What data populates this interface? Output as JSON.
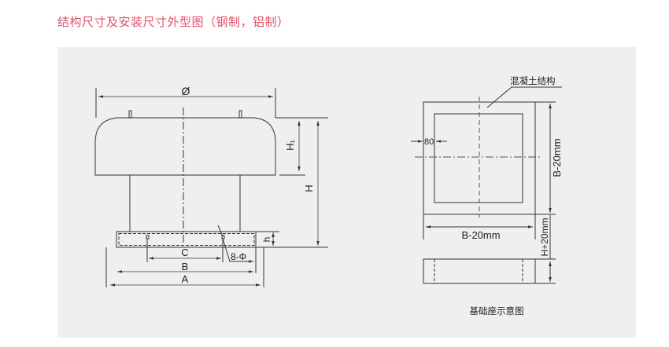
{
  "title": "结构尺寸及安装尺寸外型图（钢制，铝制）",
  "colors": {
    "title": "#e0506a",
    "panel": "#efefef",
    "line": "#333333"
  },
  "left_drawing": {
    "diameter_label": "Ø",
    "h1_label": "H₁",
    "h_label": "H",
    "small_h_label": "h",
    "c_label": "C",
    "b_label": "B",
    "a_label": "A",
    "holes_label": "8-Φ"
  },
  "right_drawing": {
    "material_label": "混凝土结构",
    "offset_label": "80",
    "width_label": "B-20mm",
    "depth_label": "B-20mm",
    "height_label": "H+20mm",
    "caption": "基础座示意图"
  }
}
